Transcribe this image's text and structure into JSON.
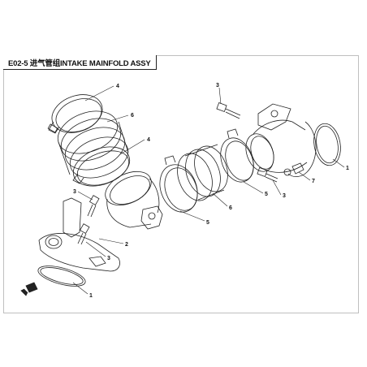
{
  "title": "E02-5 进气管组INTAKE MAINFOLD ASSY",
  "callouts": [
    {
      "id": "c4a",
      "text": "4"
    },
    {
      "id": "c6a",
      "text": "6"
    },
    {
      "id": "c4b",
      "text": "4"
    },
    {
      "id": "c3a",
      "text": "3"
    },
    {
      "id": "c1a",
      "text": "1"
    },
    {
      "id": "c7",
      "text": "7"
    },
    {
      "id": "c5a",
      "text": "5"
    },
    {
      "id": "c3b",
      "text": "3"
    },
    {
      "id": "c6b",
      "text": "6"
    },
    {
      "id": "c5b",
      "text": "5"
    },
    {
      "id": "c3c",
      "text": "3"
    },
    {
      "id": "c2",
      "text": "2"
    },
    {
      "id": "c3d",
      "text": "3"
    },
    {
      "id": "c1b",
      "text": "1"
    }
  ]
}
